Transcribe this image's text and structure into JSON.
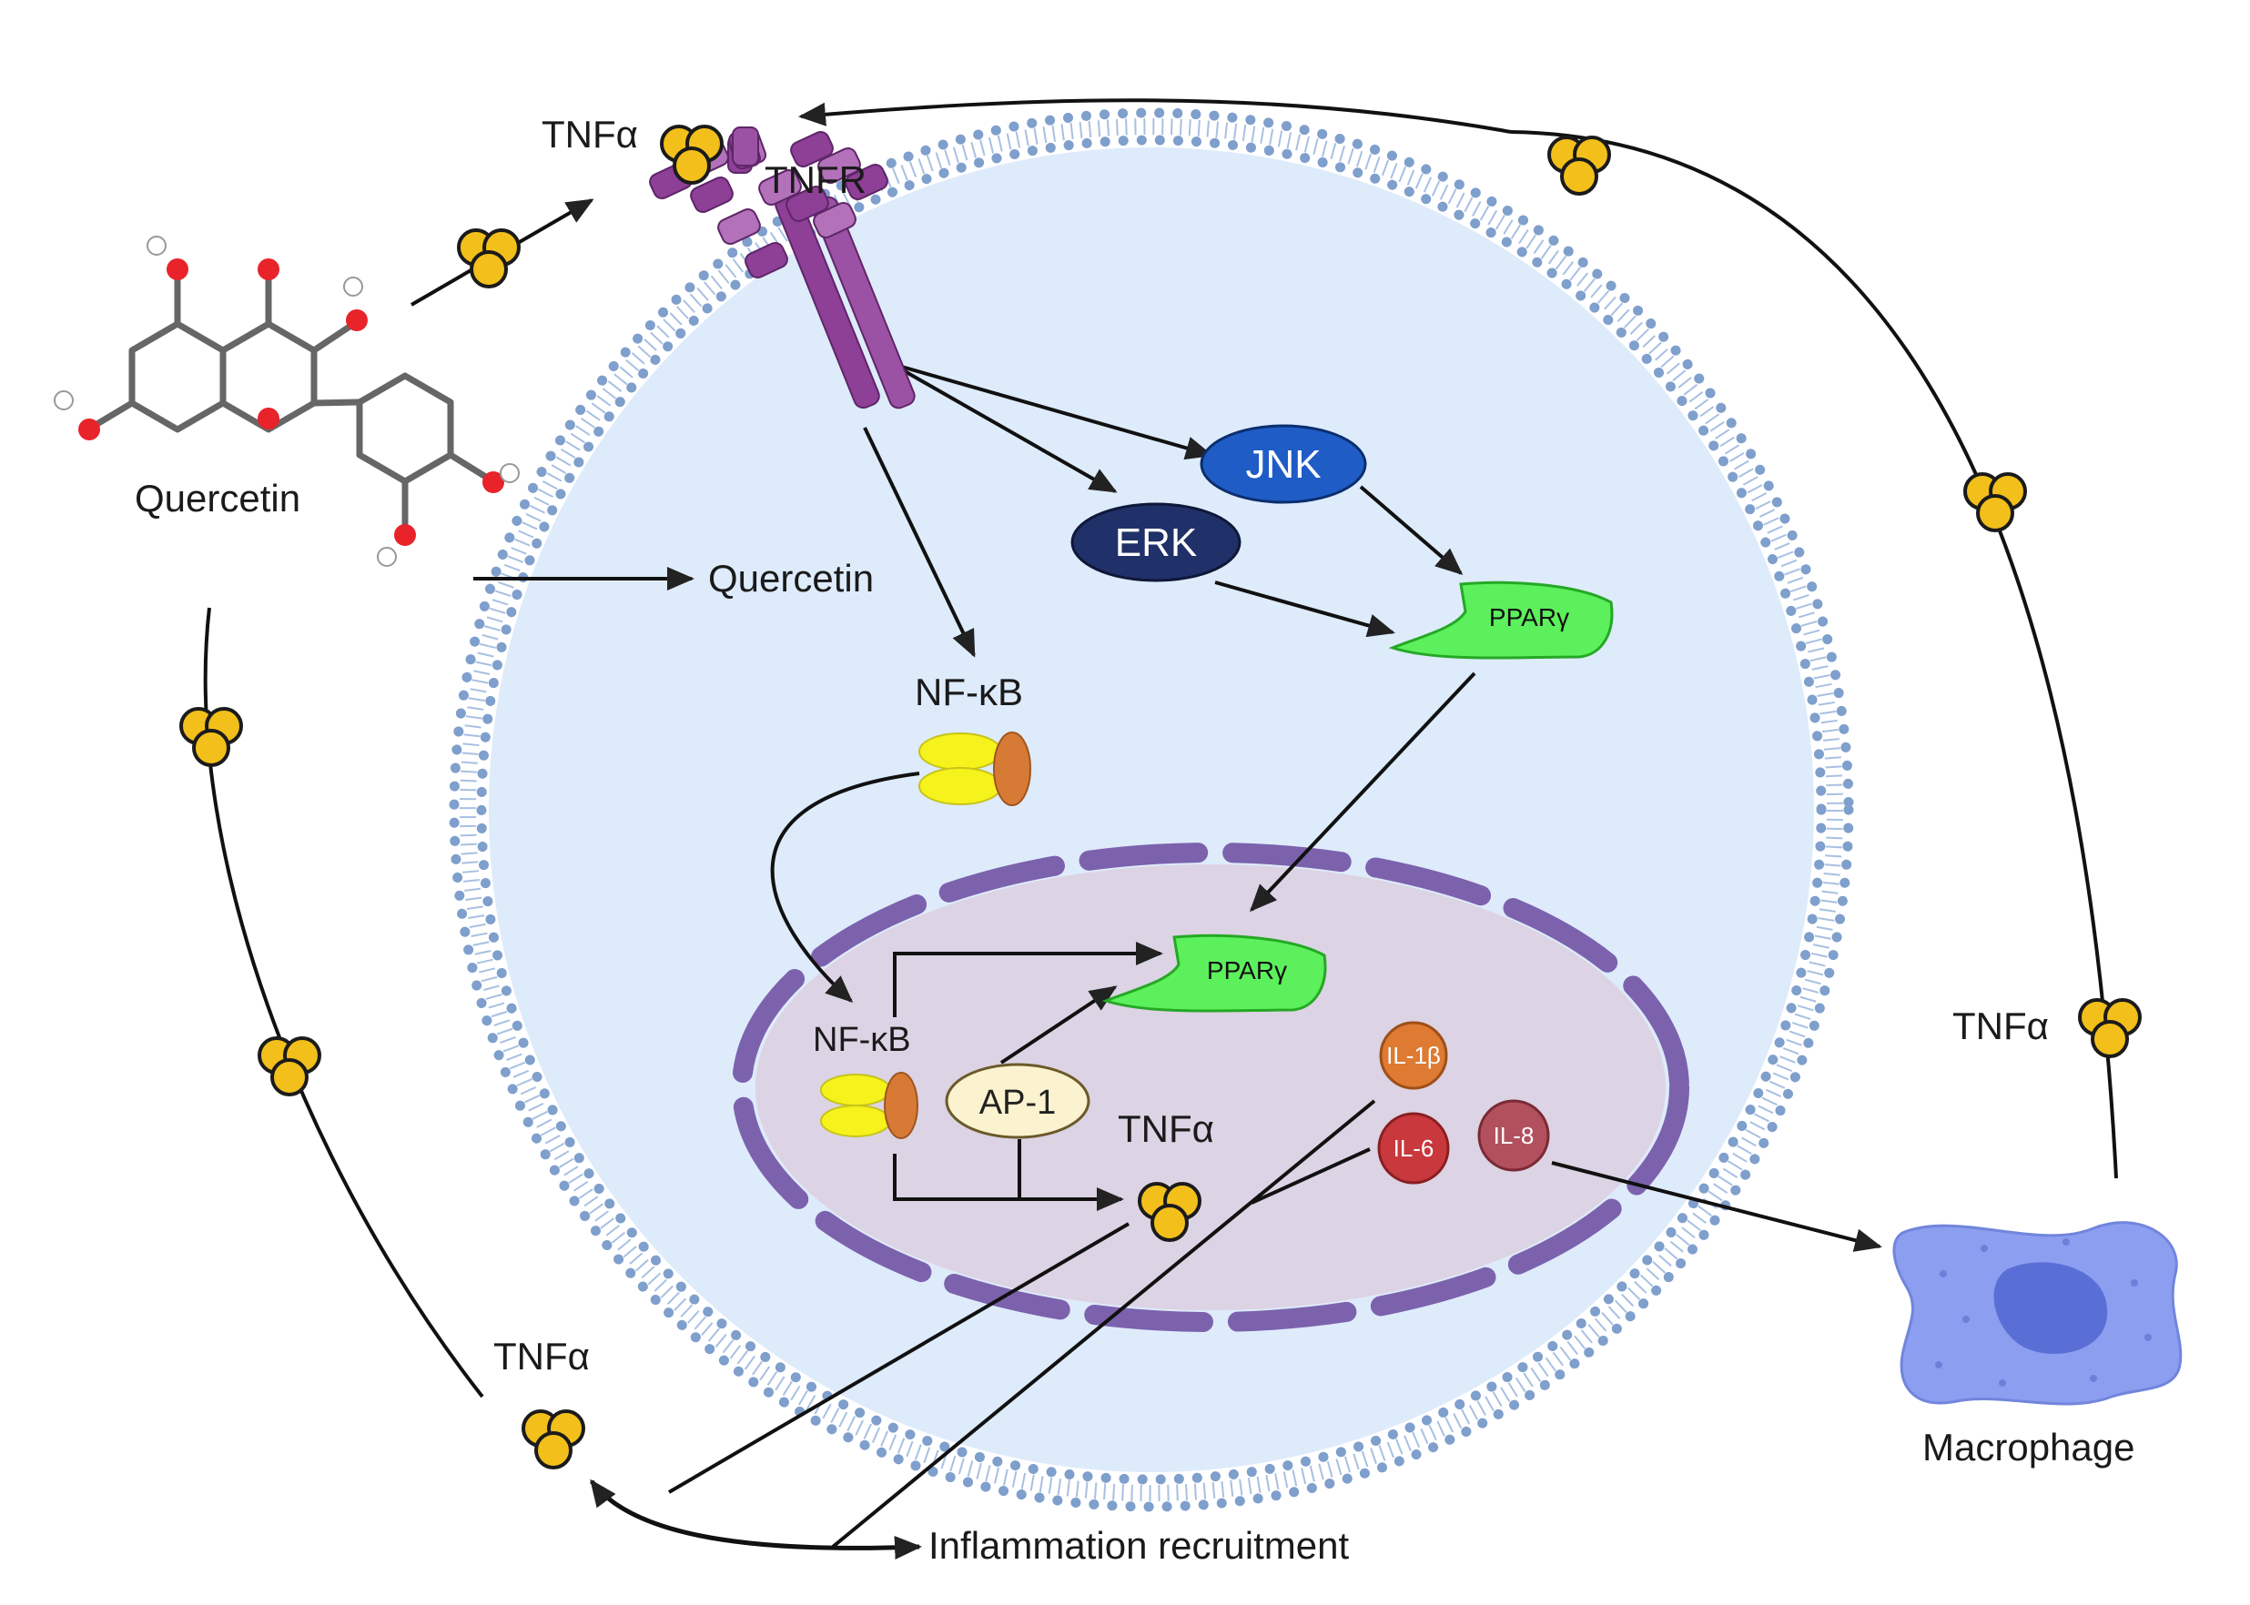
{
  "labels": {
    "tnfa_top": "TNFα",
    "tnfr": "TNFR",
    "quercetin_molecule": "Quercetin",
    "quercetin_inside": "Quercetin",
    "jnk": "JNK",
    "erk": "ERK",
    "ppar_cytoplasm": "PPARγ",
    "ppar_nucleus": "PPARγ",
    "nfkb_cytoplasm": "NF-κB",
    "nfkb_nucleus": "NF-κB",
    "ap1": "AP-1",
    "tnfa_nucleus": "TNFα",
    "il1b": "IL-1β",
    "il6": "IL-6",
    "il8": "IL-8",
    "tnfa_right": "TNFα",
    "tnfa_bottom_left": "TNFα",
    "macrophage": "Macrophage",
    "inflammation": "Inflammation recruitment"
  },
  "atom_labels": {
    "oxygen": "O",
    "hydrogen": "H"
  },
  "colors": {
    "tnfa_yellow": "#f2bf1b",
    "receptor_purple": "#8e3f96",
    "membrane_blue": "#7f9fcc",
    "cytoplasm": "#deebfb",
    "nucleus": "#dcd3e4",
    "nuclear_envelope": "#7c62ad",
    "jnk_blue": "#1f5cc6",
    "erk_navy": "#203068",
    "ppar_green": "#5cf05c",
    "nfkb_yellow": "#f6f21b",
    "nfkb_orange": "#d67a36",
    "ap1_cream": "#fbf3cf",
    "il1b_orange": "#de7a32",
    "il6_red": "#c8383c",
    "il8_maroon": "#b3505e",
    "macrophage_blue": "#8c9ef0",
    "oxygen_red": "#e8232a"
  }
}
